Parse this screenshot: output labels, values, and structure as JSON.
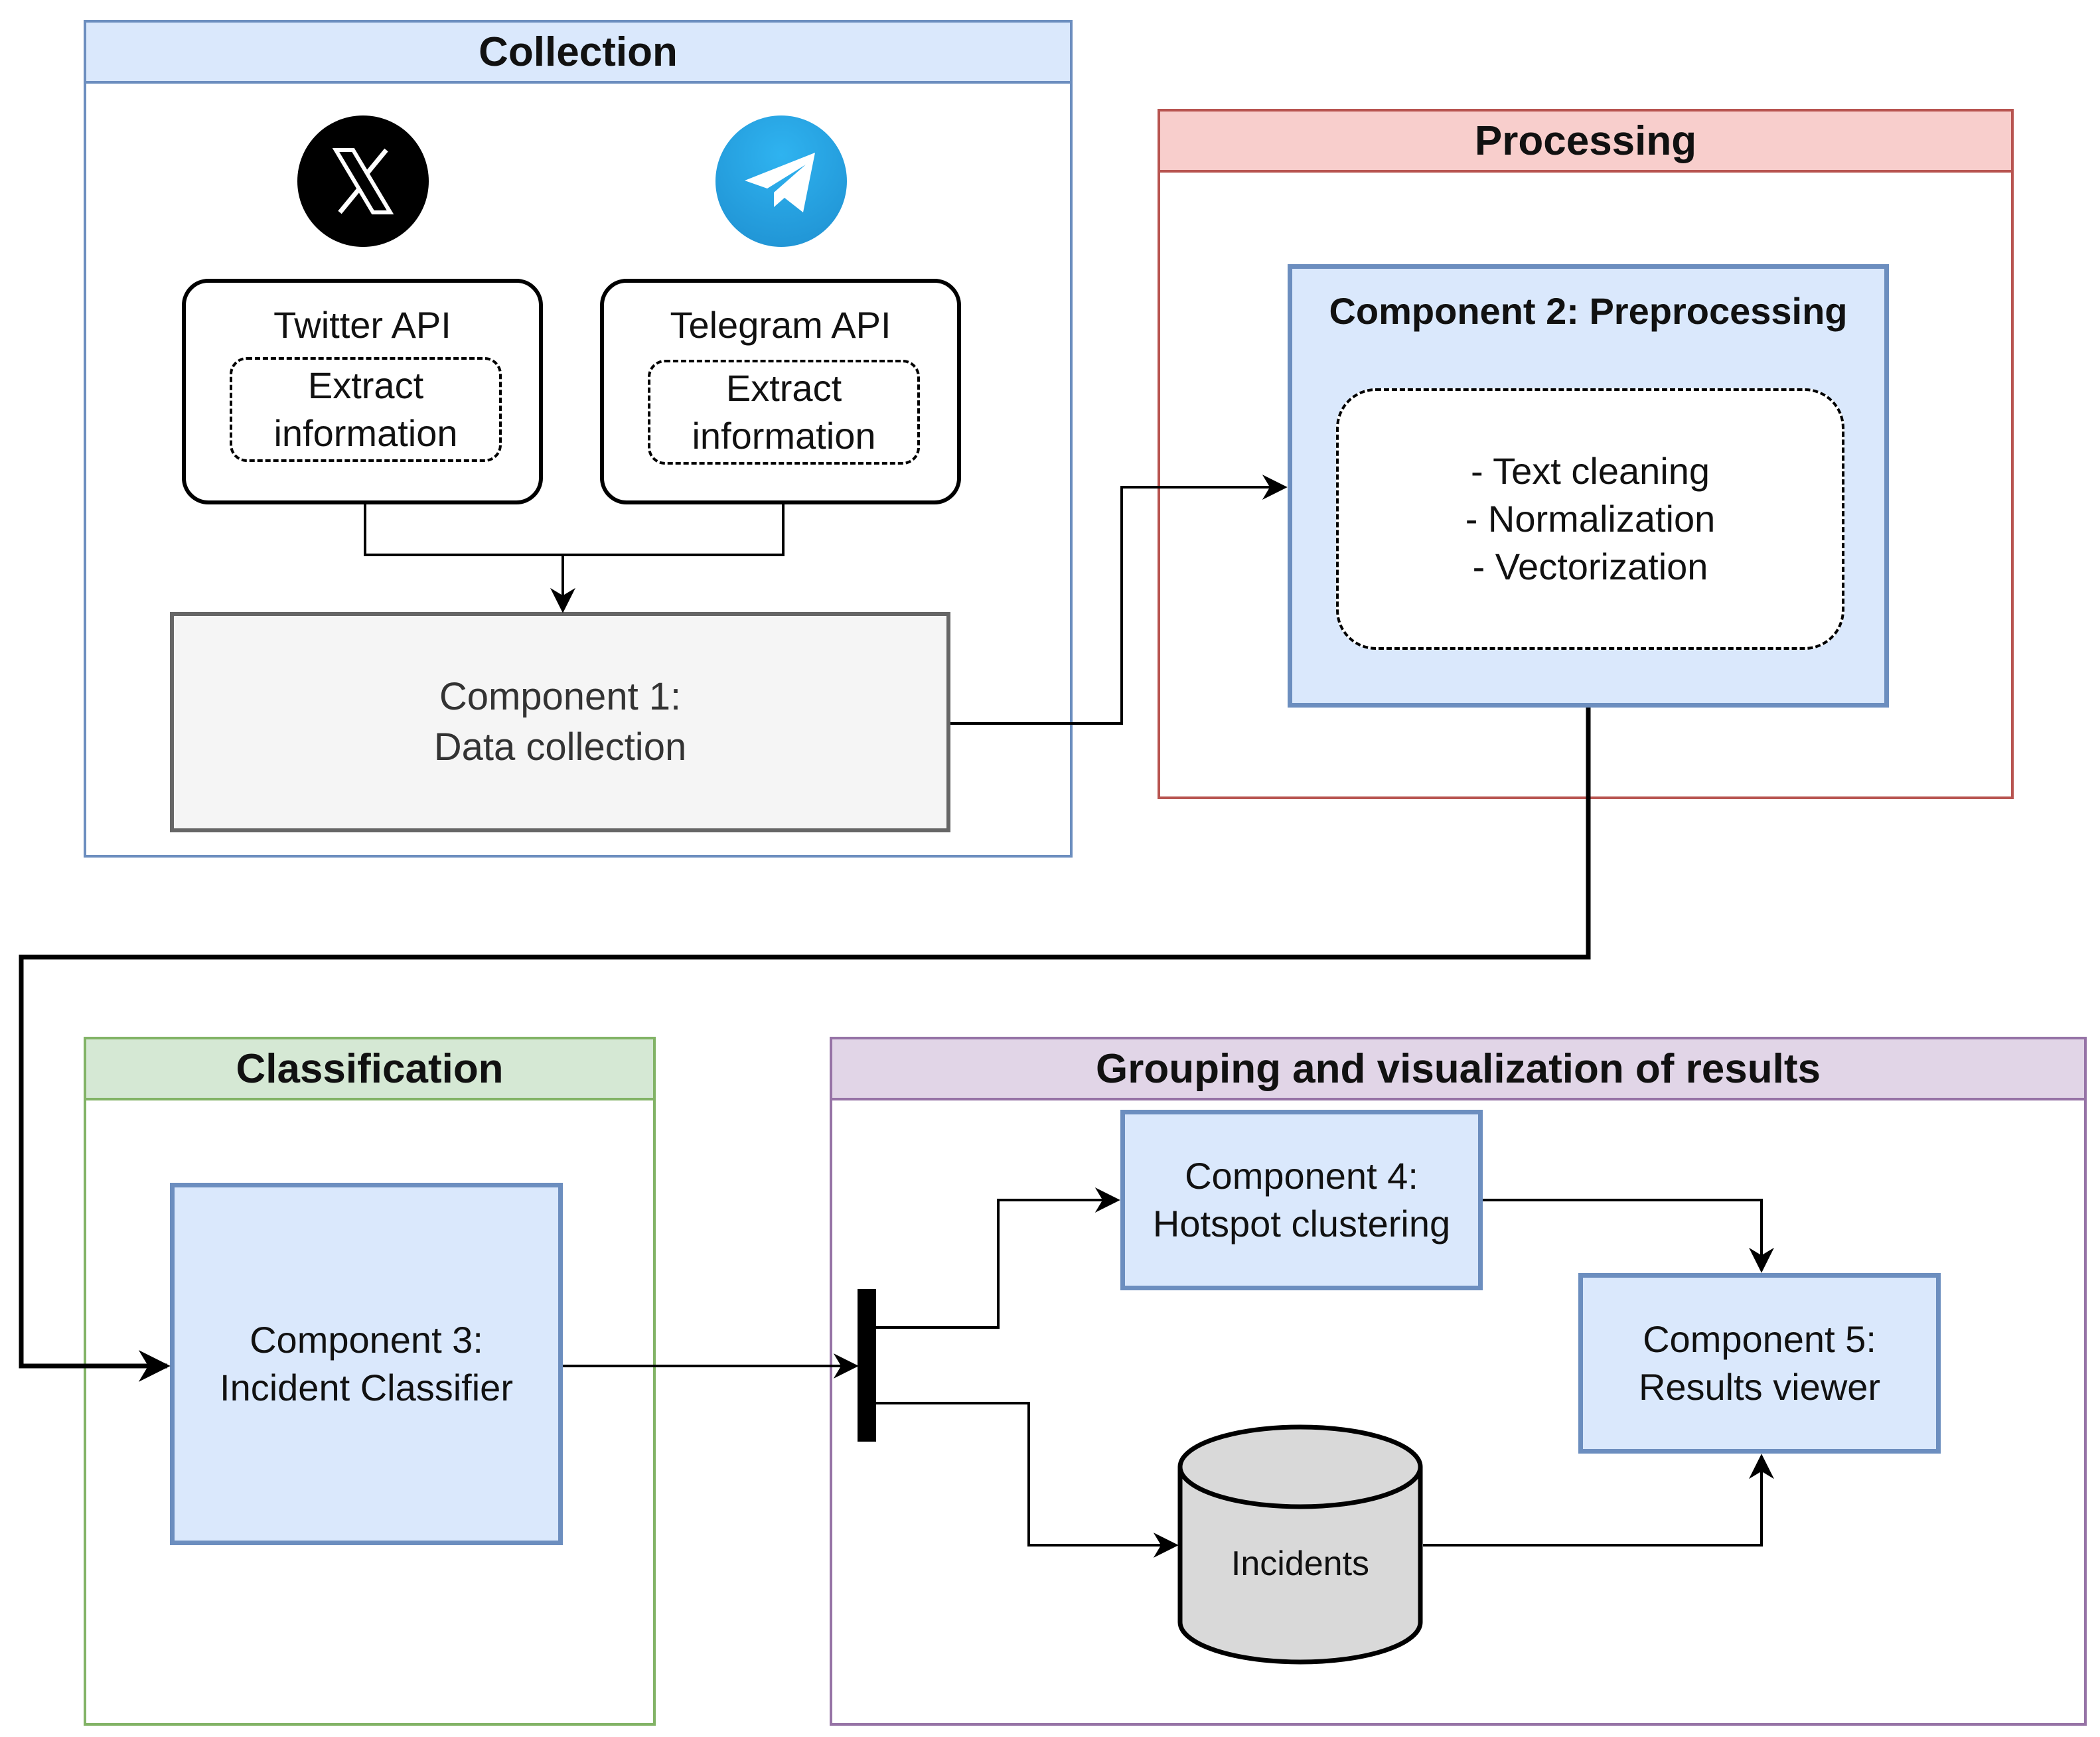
{
  "panels": {
    "collection": {
      "title": "Collection"
    },
    "processing": {
      "title": "Processing"
    },
    "classification": {
      "title": "Classification"
    },
    "grouping": {
      "title": "Grouping and visualization of results"
    }
  },
  "collection": {
    "twitter_api": {
      "label": "Twitter API",
      "inner_lines": [
        "Extract",
        "information"
      ]
    },
    "telegram_api": {
      "label": "Telegram API",
      "inner_lines": [
        "Extract",
        "information"
      ]
    },
    "component1": {
      "lines": [
        "Component 1:",
        "Data collection"
      ]
    },
    "icons": {
      "twitter": "x-logo-icon",
      "telegram": "telegram-logo-icon"
    }
  },
  "processing": {
    "component2": {
      "title": "Component 2: Preprocessing",
      "steps": [
        "- Text cleaning",
        "- Normalization",
        "- Vectorization"
      ]
    }
  },
  "classification": {
    "component3": {
      "lines": [
        "Component 3:",
        "Incident Classifier"
      ]
    }
  },
  "grouping": {
    "component4": {
      "lines": [
        "Component 4:",
        "Hotspot clustering"
      ]
    },
    "component5": {
      "lines": [
        "Component 5:",
        "Results viewer"
      ]
    },
    "database": {
      "label": "Incidents"
    }
  },
  "colors": {
    "blue_border": "#6c8ebf",
    "blue_fill": "#dae8fc",
    "red_border": "#b85450",
    "red_fill": "#f8cecc",
    "green_border": "#82b366",
    "green_fill": "#d5e8d4",
    "purple_border": "#9673a6",
    "purple_fill": "#e1d5e7",
    "gray_border": "#666666",
    "gray_fill": "#f5f5f5",
    "db_fill": "#d9d9d9",
    "telegram_blue": "#27a3e3"
  }
}
